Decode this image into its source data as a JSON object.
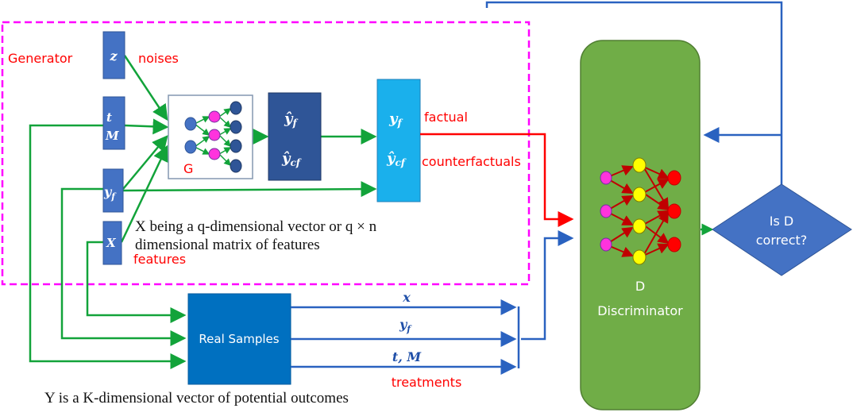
{
  "generator": {
    "label": "Generator",
    "inputs": {
      "z": "z",
      "noises": "noises",
      "t": "t",
      "M": "M",
      "yf": "y",
      "yf_sub": "f",
      "X": "X",
      "features": "features"
    },
    "network_label": "G",
    "output_box": {
      "yhat_f": "ŷ",
      "yhat_f_sub": "f",
      "yhat_cf": "ŷ",
      "yhat_cf_sub": "cf"
    },
    "combined_box": {
      "y_f": "y",
      "y_f_sub": "f",
      "yhat_cf": "ŷ",
      "yhat_cf_sub": "cf"
    },
    "factual_label": "factual",
    "counterfactual_label": "counterfactuals",
    "x_note_line1": "X being a q-dimensional vector or q × n",
    "x_note_line2": "dimensional matrix of features"
  },
  "real_samples": {
    "label": "Real Samples",
    "outputs": {
      "x": "x",
      "yf": "y",
      "yf_sub": "f",
      "tM": "t, M"
    },
    "treatments_label": "treatments",
    "y_note": "Y is a K-dimensional vector of potential outcomes"
  },
  "discriminator": {
    "letter": "D",
    "label": "Discriminator"
  },
  "decision": {
    "line1": "Is D",
    "line2": "correct?"
  },
  "colors": {
    "green_arrow": "#12a33a",
    "red_arrow": "#ff0000",
    "blue_arrow": "#2a62c0",
    "input_block": "#4472c4",
    "dark_block": "#2f5597",
    "cyan_block": "#1ab0ec",
    "real_samples": "#0070c0",
    "discriminator": "#70ad47",
    "dashed_border": "#ff00ff"
  }
}
